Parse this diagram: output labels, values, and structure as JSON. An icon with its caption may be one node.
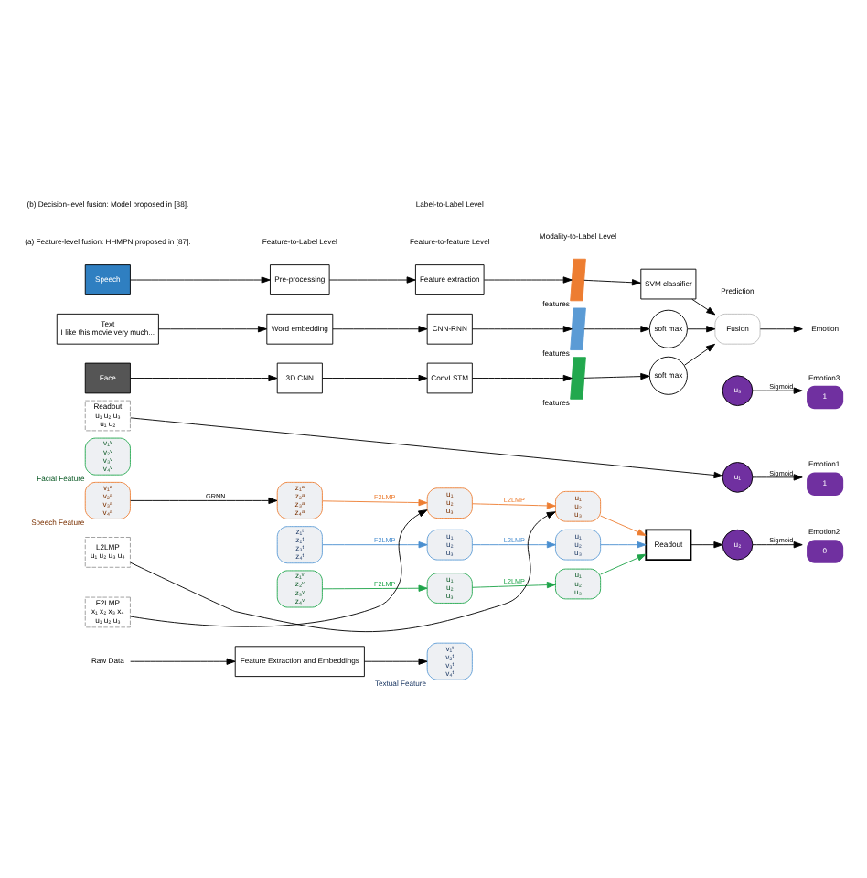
{
  "diagram": {
    "nodes": [
      {
        "text": [
          "Feature Extraction and Embeddings"
        ]
      },
      {
        "text": [
          "Raw Data"
        ]
      },
      {
        "text": [
          "v₁ᵗ",
          "v₂ᵗ",
          "v₃ᵗ",
          "v₄ᵗ"
        ],
        "beside": [
          "Textual Feature"
        ]
      },
      {
        "text": [
          "v₁ᵃ",
          "v₂ᵃ",
          "v₃ᵃ",
          "v₄ᵃ"
        ],
        "beside": [
          "Speech Feature"
        ]
      },
      {
        "text": [
          "v₁ᵛ",
          "v₂ᵛ",
          "v₃ᵛ",
          "v₄ᵛ"
        ],
        "beside": [
          "Facial Feature"
        ]
      },
      {
        "text": [
          "z₁ᵗ",
          "z₂ᵗ",
          "z₃ᵗ",
          "z₄ᵗ"
        ]
      },
      {
        "text": [
          "z₁ᵃ",
          "z₂ᵃ",
          "z₃ᵃ",
          "z₄ᵃ"
        ]
      },
      {
        "text": [
          "z₁ᵛ",
          "z₂ᵛ",
          "z₃ᵛ",
          "z₄ᵛ"
        ]
      },
      {
        "text": [
          "u₁",
          "u₂",
          "u₃"
        ]
      },
      {
        "text": [
          "u₁",
          "u₂",
          "u₃"
        ]
      },
      {
        "text": [
          "u₁",
          "u₂",
          "u₃"
        ]
      },
      {
        "text": [
          "u₁",
          "u₂",
          "u₃"
        ]
      },
      {
        "text": [
          "u₁",
          "u₂",
          "u₃"
        ]
      },
      {
        "text": [
          "u₁",
          "u₂",
          "u₃"
        ]
      },
      {
        "text": [
          "Readout"
        ]
      },
      {
        "text": [
          "u₁"
        ]
      },
      {
        "text": [
          "u₂"
        ]
      },
      {
        "text": [
          "u₃"
        ]
      },
      {
        "text": [
          "1"
        ],
        "beside": [
          "Emotion1"
        ]
      },
      {
        "text": [
          "0"
        ],
        "beside": [
          "Emotion2"
        ]
      },
      {
        "text": [
          "1"
        ],
        "beside": [
          "Emotion3"
        ]
      },
      {
        "text": [
          "F2LMP",
          "x₁ x₂ x₃ x₄",
          "u₁ u₂ u₃"
        ]
      },
      {
        "text": [
          "L2LMP",
          "u₁ u₂ u₃ u₄"
        ]
      },
      {
        "text": [
          "Readout",
          "u₁ u₂ u₃",
          "u₁ u₂"
        ]
      },
      {
        "text": [
          "Speech"
        ]
      },
      {
        "text": [
          "Text",
          "I like this movie very much..."
        ]
      },
      {
        "text": [
          "Face"
        ]
      },
      {
        "text": [
          "Pre-processing"
        ]
      },
      {
        "text": [
          "Feature extraction"
        ]
      },
      {
        "text": [],
        "shape": "bar",
        "beside": [
          "features"
        ]
      },
      {
        "text": [
          "SVM classifier"
        ]
      },
      {
        "text": [
          "Word embedding"
        ]
      },
      {
        "text": [
          "CNN-RNN"
        ]
      },
      {
        "text": [],
        "shape": "bar",
        "beside": [
          "features"
        ]
      },
      {
        "text": [
          "soft max"
        ]
      },
      {
        "text": [
          "3D CNN"
        ]
      },
      {
        "text": [
          "ConvLSTM"
        ]
      },
      {
        "text": [],
        "shape": "bar",
        "beside": [
          "features"
        ]
      },
      {
        "text": [
          "soft max"
        ]
      },
      {
        "text": [
          "Fusion"
        ]
      },
      {
        "text": [
          "Emotion"
        ]
      }
    ],
    "edges": [
      {
        "from": 1,
        "to": 0,
        "arrow": "to"
      },
      {
        "from": 0,
        "to": 2,
        "arrow": "to"
      },
      {
        "from": 3,
        "to": 6,
        "arrow": "to",
        "label": "GRNN"
      },
      {
        "from": 5,
        "to": 8,
        "arrow": "to",
        "label": "F2LMP",
        "color": "#4a8fd0"
      },
      {
        "from": 6,
        "to": 9,
        "arrow": "to",
        "label": "F2LMP",
        "color": "#ed7d31"
      },
      {
        "from": 7,
        "to": 10,
        "arrow": "to",
        "label": "F2LMP",
        "color": "#1fa44a"
      },
      {
        "from": 8,
        "to": 11,
        "arrow": "to",
        "label": "L2LMP",
        "color": "#4a8fd0"
      },
      {
        "from": 9,
        "to": 12,
        "arrow": "to",
        "label": "L2LMP",
        "color": "#ed7d31"
      },
      {
        "from": 10,
        "to": 13,
        "arrow": "to",
        "label": "L2LMP",
        "color": "#1fa44a"
      },
      {
        "from": 11,
        "to": 14,
        "arrow": "to",
        "color": "#4a8fd0"
      },
      {
        "from": 12,
        "to": 14,
        "arrow": "to",
        "color": "#ed7d31"
      },
      {
        "from": 13,
        "to": 14,
        "arrow": "to",
        "color": "#1fa44a"
      },
      {
        "from": 14,
        "to": 16,
        "arrow": "to"
      },
      {
        "from": 15,
        "to": 18,
        "arrow": "to",
        "label": "Sigmoid"
      },
      {
        "from": 16,
        "to": 19,
        "arrow": "to",
        "label": "Sigmoid"
      },
      {
        "from": 17,
        "to": 20,
        "arrow": "to",
        "label": "Sigmoid"
      },
      {
        "from": 21,
        "to": 9,
        "arrow": "to"
      },
      {
        "from": 22,
        "to": 12,
        "arrow": "to"
      },
      {
        "from": 23,
        "to": 15,
        "arrow": "to"
      },
      {
        "from": 24,
        "to": 27,
        "arrow": "to"
      },
      {
        "from": 27,
        "to": 28,
        "arrow": "to"
      },
      {
        "from": 28,
        "to": 29,
        "arrow": "to"
      },
      {
        "from": 29,
        "to": 30,
        "arrow": "to"
      },
      {
        "from": 30,
        "to": 39,
        "arrow": "to"
      },
      {
        "from": 25,
        "to": 31,
        "arrow": "to"
      },
      {
        "from": 31,
        "to": 32,
        "arrow": "to"
      },
      {
        "from": 32,
        "to": 33,
        "arrow": "to"
      },
      {
        "from": 33,
        "to": 34,
        "arrow": "to"
      },
      {
        "from": 34,
        "to": 39,
        "arrow": "to"
      },
      {
        "from": 26,
        "to": 35,
        "arrow": "to"
      },
      {
        "from": 35,
        "to": 36,
        "arrow": "to"
      },
      {
        "from": 36,
        "to": 37,
        "arrow": "to"
      },
      {
        "from": 37,
        "to": 38,
        "arrow": "to"
      },
      {
        "from": 38,
        "to": 39,
        "arrow": "to"
      },
      {
        "from": 39,
        "to": 40,
        "arrow": "to"
      }
    ],
    "labels": [
      "Feature-to-feature Level",
      "Feature-to-Label Level",
      "Label-to-Label Level",
      "Modality-to-Label Level",
      "Prediction",
      "(a) Feature-level fusion: HHMPN proposed in [87].",
      "(b) Decision-level fusion: Model proposed in [88]."
    ]
  }
}
